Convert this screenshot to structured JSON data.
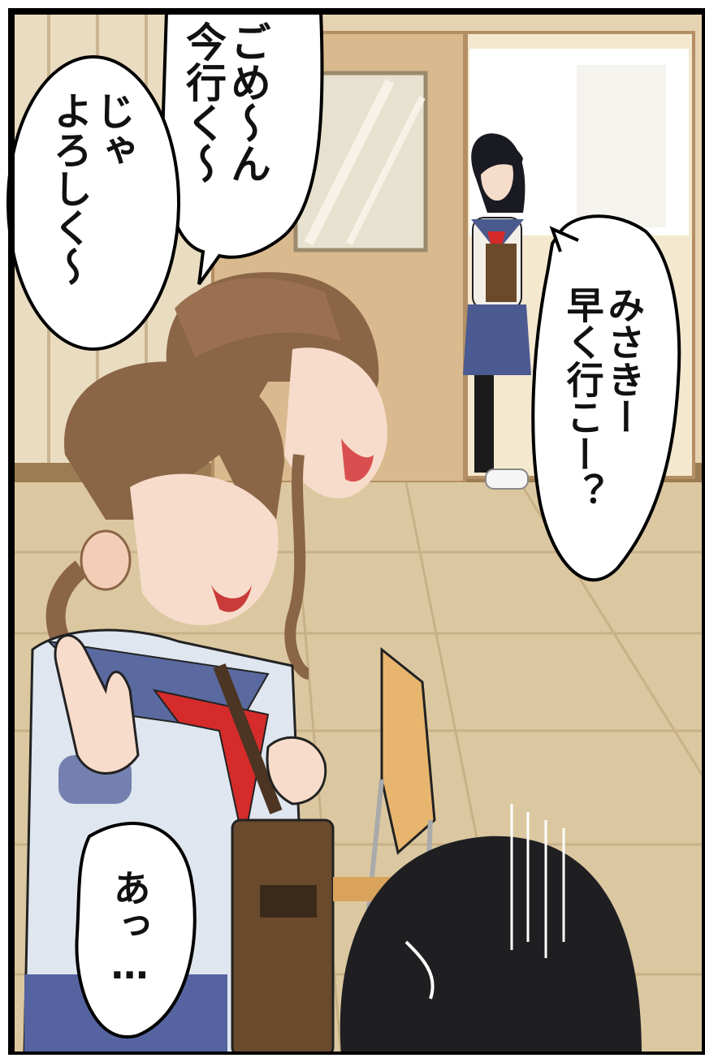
{
  "panel": {
    "bubbles": {
      "gomen": {
        "lines": [
          "ごめ〜ん",
          "今行く〜"
        ]
      },
      "ja": {
        "lines": [
          "じゃ",
          "よろしく〜"
        ]
      },
      "misaki": {
        "lines": [
          "みさきー",
          "早く行こー？"
        ]
      },
      "a": {
        "lines": [
          "あっ…"
        ]
      }
    }
  }
}
